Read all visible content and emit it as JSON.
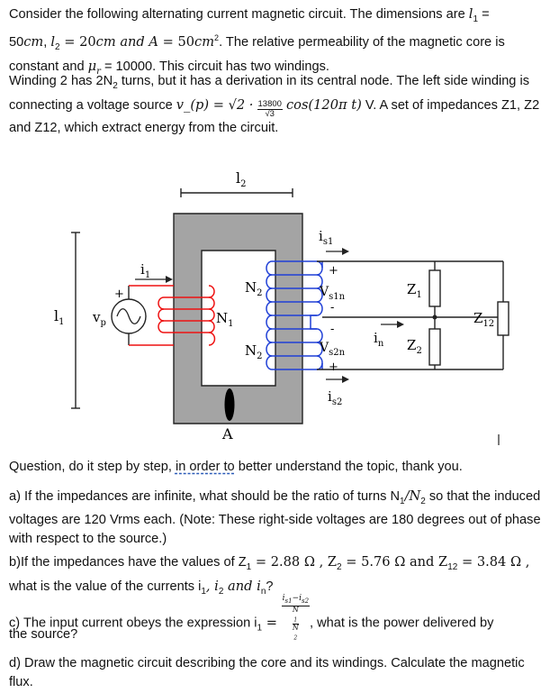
{
  "problem": {
    "p1": {
      "a": "Consider the following alternating current magnetic circuit. The dimensions are ",
      "l1_eq": " = ",
      "l1_val": "50cm, l",
      "l2_eq": " = 20cm and A = 50cm",
      "b": ". The relative permeability of the magnetic core is constant and ",
      "mu": "μ",
      "mu_sub": "r",
      "c": " = 10000. This circuit has two windings."
    },
    "p2": {
      "a": "Winding 2 has 2N",
      "b": " turns, but it has a derivation in its central node. The left side winding is connecting a voltage source ",
      "vsrc": "v_(p) = √2 ·",
      "frac_num": "13800",
      "frac_den": "√3",
      "cos": "cos(120π t)",
      "c": " V. A set of impedances Z1, Z2 and Z12, which extract energy from the circuit."
    }
  },
  "figure": {
    "l2": "l",
    "l2_sub": "2",
    "l1": "l",
    "l1_sub": "1",
    "vp": "v",
    "vp_sub": "p",
    "i1": "i",
    "i1_sub": "1",
    "n1": "N",
    "n1_sub": "1",
    "n2_top": "N",
    "n2_top_sub": "2",
    "n2_bot": "N",
    "n2_bot_sub": "2",
    "is1": "i",
    "is1_sub": "s1",
    "is2": "i",
    "is2_sub": "s2",
    "vs1n": "V",
    "vs1n_sub": "s1n",
    "vs2n": "V",
    "vs2n_sub": "s2n",
    "in": "i",
    "in_sub": "n",
    "z1": "Z",
    "z1_sub": "1",
    "z2": "Z",
    "z2_sub": "2",
    "z12": "Z",
    "z12_sub": "12",
    "plus": "+",
    "minus": "-",
    "area": "A"
  },
  "question_intro": {
    "a": "Question, do it step by step, ",
    "b": "in order to",
    "c": " better understand the topic, thank you."
  },
  "qa": {
    "a": "a) If the impedances are infinite, what should be the ratio of turns N",
    "b": " so that the induced voltages are 120 Vrms each. (Note: These right-side voltages are 180 degrees out of phase with respect to the source.)"
  },
  "qb": {
    "a": "b)If the impedances have the values of Z",
    "z1v": " = 2.88 Ω , Z",
    "z2v": " = 5.76 Ω and Z",
    "z12v": " = 3.84 Ω ,",
    "b": "what is the value of the currents i",
    "c": "?"
  },
  "qc": {
    "a": "c) The input current obeys the expression i",
    "eq": " = ",
    "num": "i",
    "den_n1": "N",
    "den_n2": "N",
    "b": ", what is the power delivered by",
    "c": "the source?"
  },
  "qd": {
    "text": "d) Draw the magnetic circuit describing the core and its windings. Calculate the magnetic flux."
  }
}
